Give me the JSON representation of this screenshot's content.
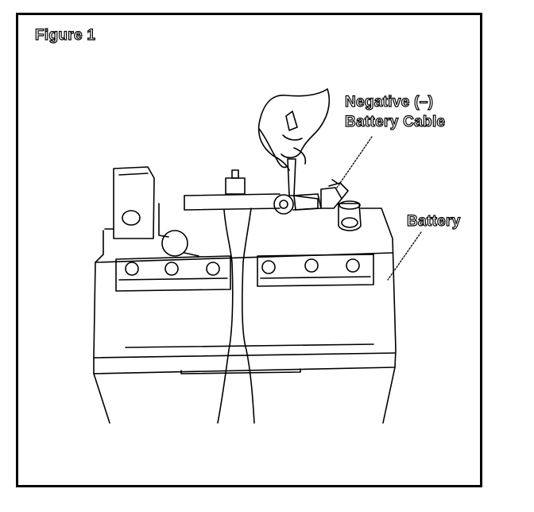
{
  "figure": {
    "title": "Figure 1"
  },
  "labels": {
    "negative_cable_line1": "Negative (–)",
    "negative_cable_line2": "Battery Cable",
    "battery": "Battery"
  }
}
